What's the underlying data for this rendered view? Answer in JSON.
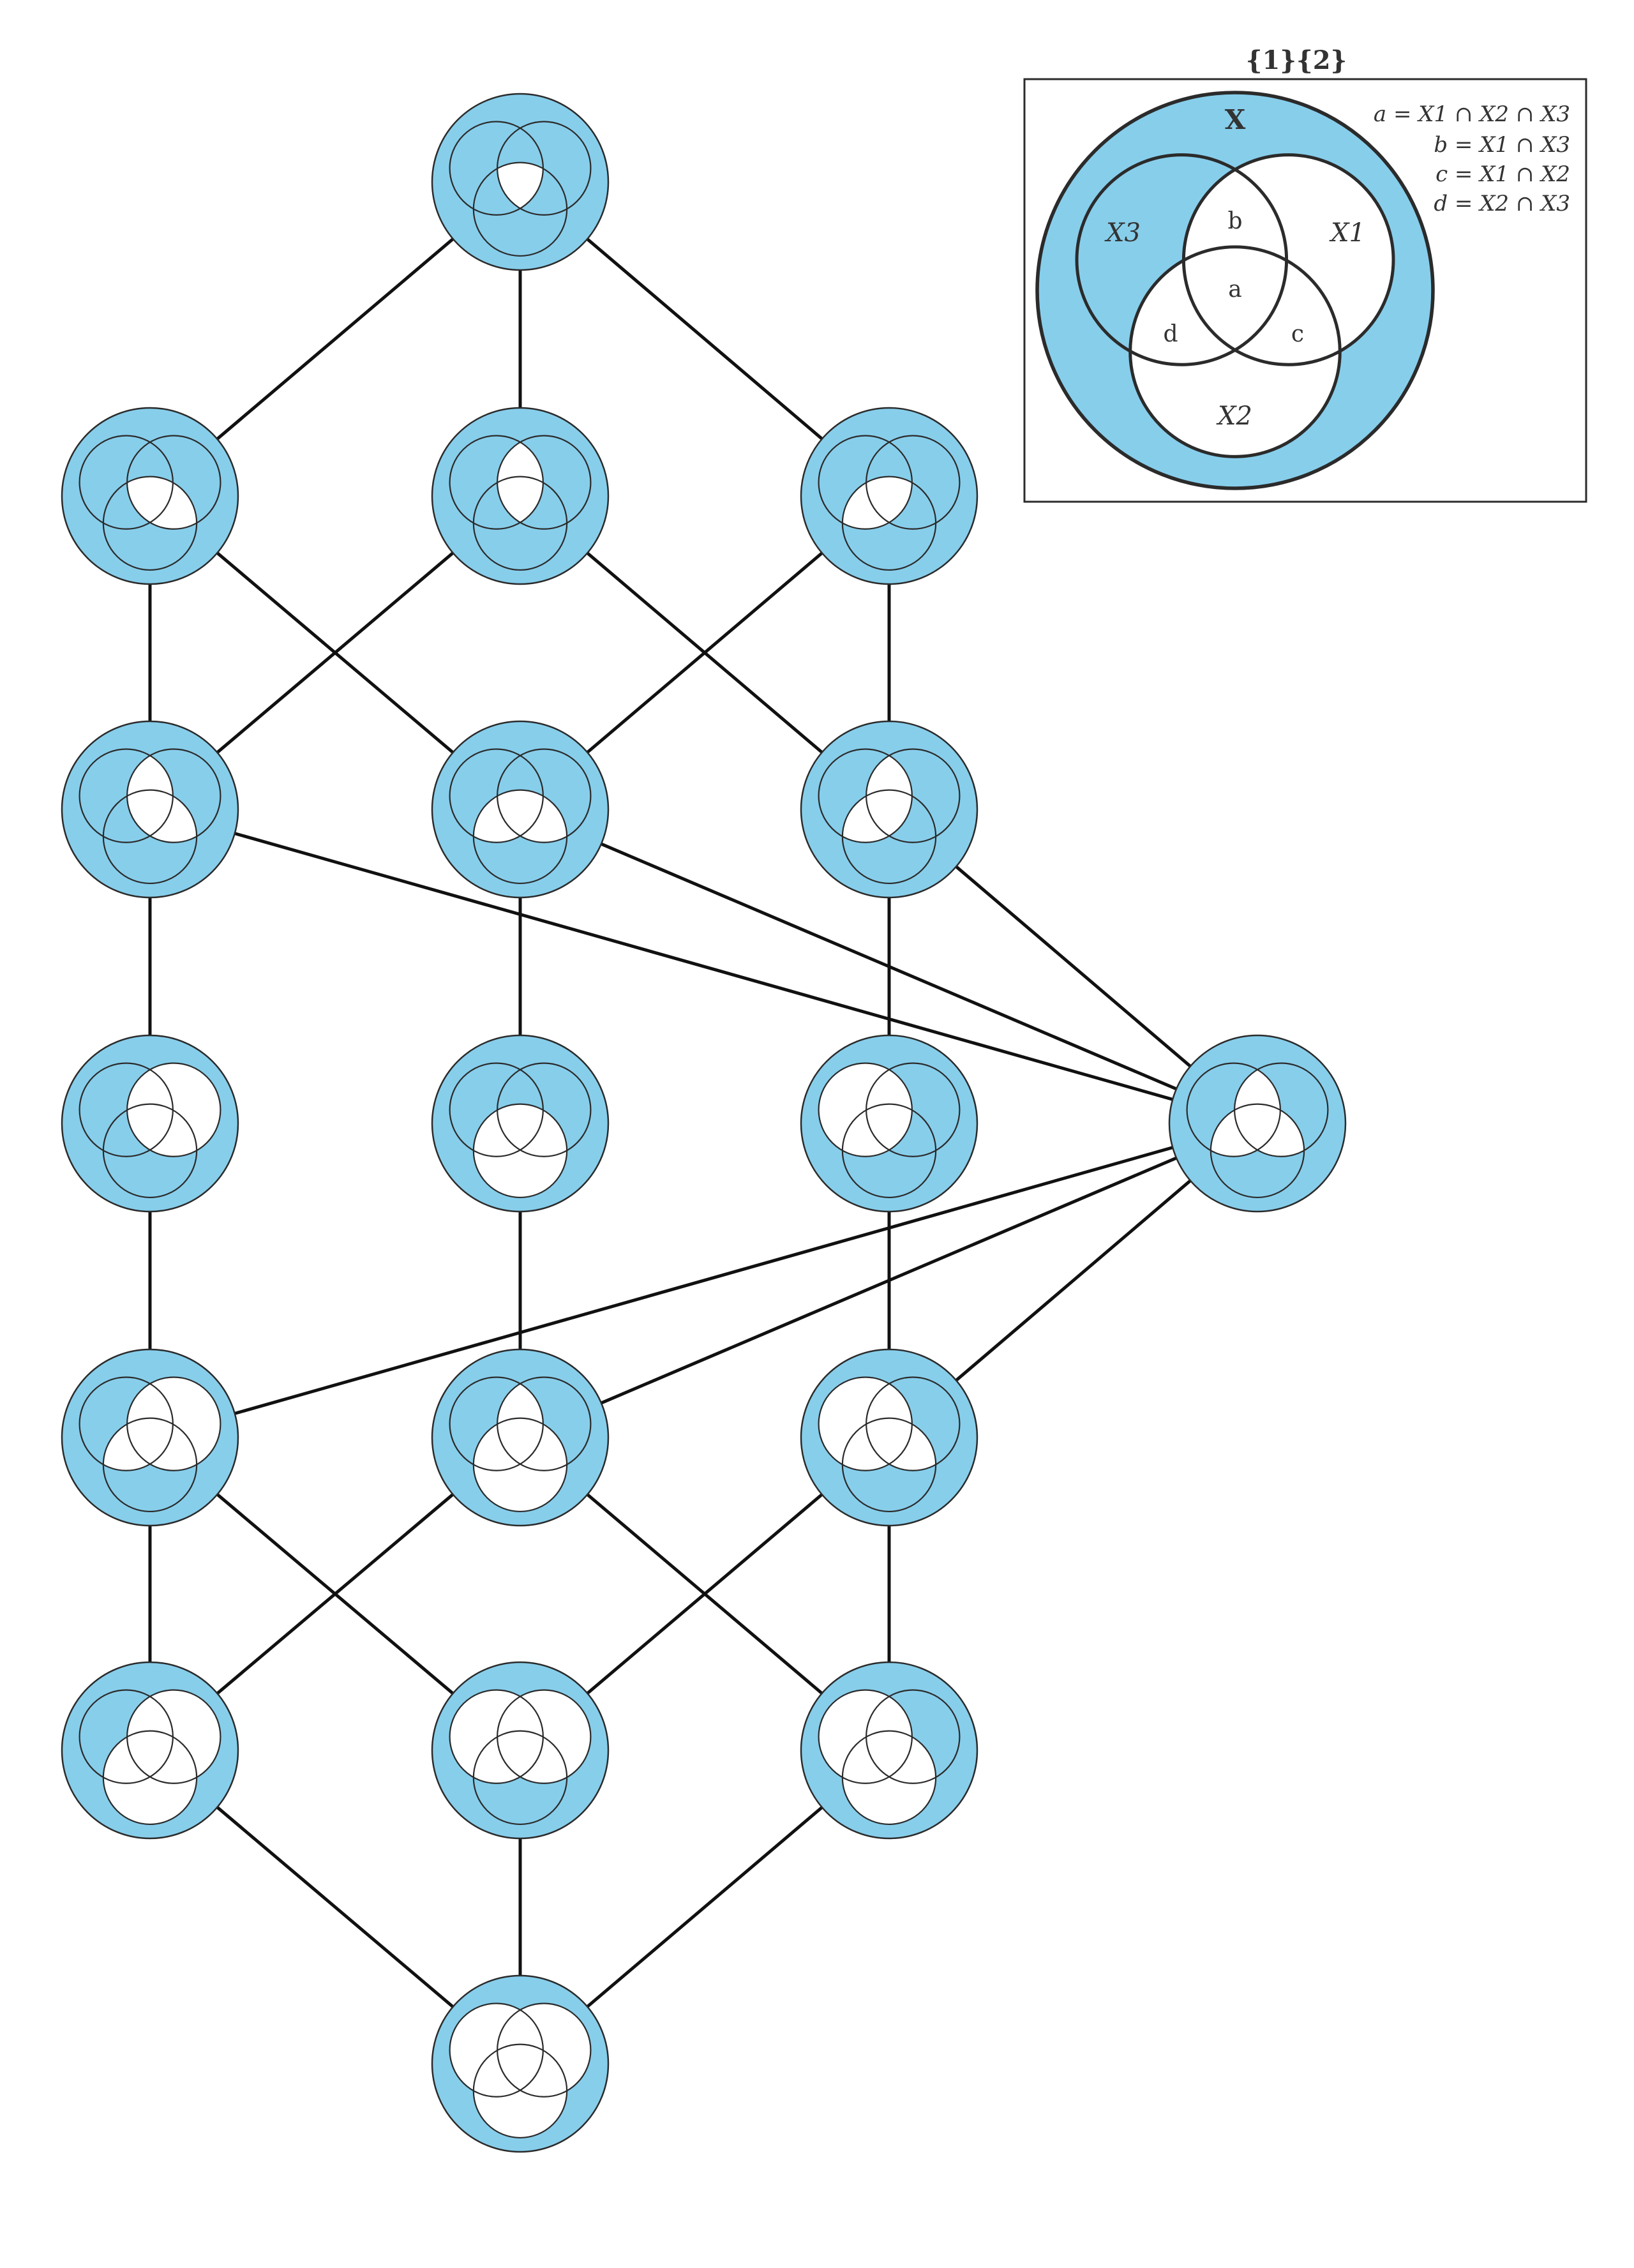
{
  "colors": {
    "fill": "#87ceeb",
    "stroke": "#2b2b2b",
    "edge": "#111111",
    "white": "#ffffff"
  },
  "legend": {
    "title": "{1}{2}",
    "universe_label": "X",
    "circle_labels": [
      "X3",
      "X1",
      "X2"
    ],
    "region_labels": {
      "a": "a",
      "b": "b",
      "c": "c",
      "d": "d"
    },
    "definitions": [
      "a = X1 ∩ X2 ∩ X3",
      "b = X1 ∩ X3",
      "c = X1 ∩ X2",
      "d = X2 ∩ X3"
    ]
  },
  "lattice": {
    "nodes": [
      {
        "id": "n0",
        "level": 0,
        "column": 1,
        "white_regions": [
          "a"
        ]
      },
      {
        "id": "n1",
        "level": 1,
        "column": 0,
        "white_regions": [
          "a",
          "c"
        ]
      },
      {
        "id": "n2",
        "level": 1,
        "column": 1,
        "white_regions": [
          "a",
          "b"
        ]
      },
      {
        "id": "n3",
        "level": 1,
        "column": 2,
        "white_regions": [
          "a",
          "d"
        ]
      },
      {
        "id": "n4",
        "level": 2,
        "column": 0,
        "white_regions": [
          "a",
          "b",
          "c"
        ]
      },
      {
        "id": "n5",
        "level": 2,
        "column": 1,
        "white_regions": [
          "a",
          "c",
          "d"
        ]
      },
      {
        "id": "n6",
        "level": 2,
        "column": 2,
        "white_regions": [
          "a",
          "b",
          "d"
        ]
      },
      {
        "id": "n7",
        "level": 3,
        "column": 0,
        "white_regions": [
          "a",
          "b",
          "c",
          "X1"
        ]
      },
      {
        "id": "n8",
        "level": 3,
        "column": 1,
        "white_regions": [
          "a",
          "c",
          "d",
          "X2"
        ]
      },
      {
        "id": "n9",
        "level": 3,
        "column": 2,
        "white_regions": [
          "a",
          "b",
          "d",
          "X3"
        ]
      },
      {
        "id": "n10",
        "level": 3,
        "column": 3,
        "white_regions": [
          "a",
          "b",
          "c",
          "d"
        ]
      },
      {
        "id": "n11",
        "level": 4,
        "column": 0,
        "white_regions": [
          "a",
          "b",
          "c",
          "d",
          "X1"
        ]
      },
      {
        "id": "n12",
        "level": 4,
        "column": 1,
        "white_regions": [
          "a",
          "b",
          "c",
          "d",
          "X2"
        ]
      },
      {
        "id": "n13",
        "level": 4,
        "column": 2,
        "white_regions": [
          "a",
          "b",
          "c",
          "d",
          "X3"
        ]
      },
      {
        "id": "n14",
        "level": 5,
        "column": 0,
        "white_regions": [
          "a",
          "b",
          "c",
          "d",
          "X1",
          "X2"
        ]
      },
      {
        "id": "n15",
        "level": 5,
        "column": 1,
        "white_regions": [
          "a",
          "b",
          "c",
          "d",
          "X1",
          "X3"
        ]
      },
      {
        "id": "n16",
        "level": 5,
        "column": 2,
        "white_regions": [
          "a",
          "b",
          "c",
          "d",
          "X2",
          "X3"
        ]
      },
      {
        "id": "n17",
        "level": 6,
        "column": 1,
        "white_regions": [
          "a",
          "b",
          "c",
          "d",
          "X1",
          "X2",
          "X3"
        ]
      }
    ],
    "edges": [
      [
        "n0",
        "n1"
      ],
      [
        "n0",
        "n2"
      ],
      [
        "n0",
        "n3"
      ],
      [
        "n1",
        "n4"
      ],
      [
        "n1",
        "n5"
      ],
      [
        "n2",
        "n4"
      ],
      [
        "n2",
        "n6"
      ],
      [
        "n3",
        "n5"
      ],
      [
        "n3",
        "n6"
      ],
      [
        "n4",
        "n7"
      ],
      [
        "n5",
        "n8"
      ],
      [
        "n6",
        "n9"
      ],
      [
        "n4",
        "n10"
      ],
      [
        "n5",
        "n10"
      ],
      [
        "n6",
        "n10"
      ],
      [
        "n7",
        "n11"
      ],
      [
        "n8",
        "n12"
      ],
      [
        "n9",
        "n13"
      ],
      [
        "n10",
        "n11"
      ],
      [
        "n10",
        "n12"
      ],
      [
        "n10",
        "n13"
      ],
      [
        "n11",
        "n14"
      ],
      [
        "n11",
        "n15"
      ],
      [
        "n12",
        "n14"
      ],
      [
        "n12",
        "n16"
      ],
      [
        "n13",
        "n15"
      ],
      [
        "n13",
        "n16"
      ],
      [
        "n14",
        "n17"
      ],
      [
        "n15",
        "n17"
      ],
      [
        "n16",
        "n17"
      ]
    ]
  }
}
